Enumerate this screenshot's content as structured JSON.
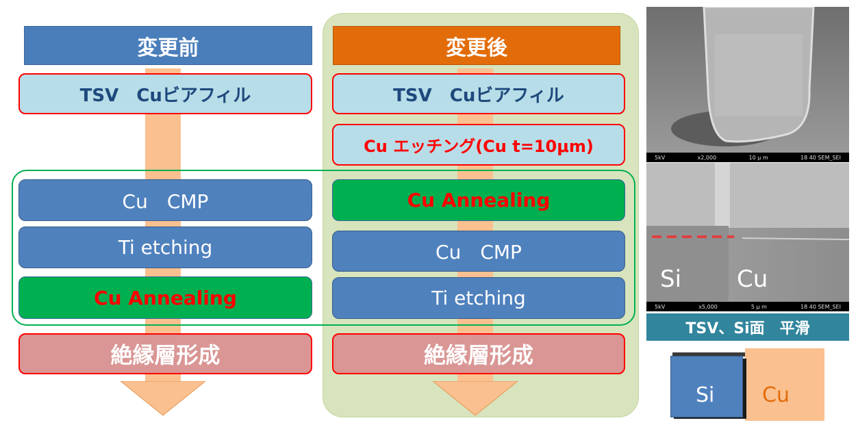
{
  "before": {
    "header": "変更前",
    "steps": [
      {
        "label": "TSV　Cuビアフィル",
        "style": "lightblue"
      },
      {
        "label": "Cu　CMP",
        "style": "blue"
      },
      {
        "label": "Ti  etching",
        "style": "blue"
      },
      {
        "label": "Cu  Annealing",
        "style": "green"
      },
      {
        "label": "絶縁層形成",
        "style": "pink"
      }
    ]
  },
  "after": {
    "header": "変更後",
    "steps": [
      {
        "label": "TSV　Cuビアフィル",
        "style": "lightblue"
      },
      {
        "label": "Cu エッチング(Cu t=10μm)",
        "style": "lightblue-red"
      },
      {
        "label": "Cu  Annealing",
        "style": "green"
      },
      {
        "label": "Cu　CMP",
        "style": "blue"
      },
      {
        "label": "Ti  etching",
        "style": "blue"
      },
      {
        "label": "絶縁層形成",
        "style": "pink"
      }
    ]
  },
  "sem_top": {
    "left": "5kV",
    "mid": "x2,000",
    "scale": "10 μ m",
    "right": "18 40 SEM_SEI"
  },
  "sem_bottom": {
    "left": "5kV",
    "mid": "x5,000",
    "scale": "5 μ m",
    "right": "18 40 SEM_SEI",
    "label_si": "Si",
    "label_cu": "Cu"
  },
  "result_label": "TSV、Si面　平滑",
  "schematic": {
    "si": "Si",
    "cu": "Cu"
  },
  "colors": {
    "header_before": "#4a7ebb",
    "header_after": "#e36c0a",
    "step_blue": "#4f81bd",
    "step_green": "#00b050",
    "step_pink": "#d99694",
    "arrow": "#fac090",
    "panel": "#d7e4bd"
  }
}
